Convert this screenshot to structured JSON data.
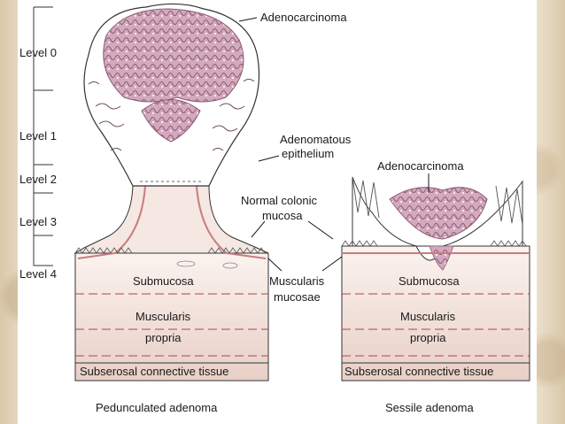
{
  "levels": [
    "Level 0",
    "Level 1",
    "Level 2",
    "Level 3",
    "Level 4"
  ],
  "labels": {
    "adenocarcinoma_top": "Adenocarcinoma",
    "adenomatous_1": "Adenomatous",
    "adenomatous_2": "epithelium",
    "adenocarcinoma_right": "Adenocarcinoma",
    "normal_1": "Normal colonic",
    "normal_2": "mucosa",
    "muscularis_mucosae_1": "Muscularis",
    "muscularis_mucosae_2": "mucosae"
  },
  "pedunculated": {
    "submucosa": "Submucosa",
    "muscularis_1": "Muscularis",
    "muscularis_2": "propria",
    "subserosal": "Subserosal connective tissue",
    "caption": "Pedunculated adenoma"
  },
  "sessile": {
    "submucosa": "Submucosa",
    "muscularis_1": "Muscularis",
    "muscularis_2": "propria",
    "subserosal": "Subserosal connective tissue",
    "caption": "Sessile adenoma"
  },
  "colors": {
    "tissue_light": "#f4e6df",
    "tissue_mid": "#e9cfc6",
    "tumor": "#c99bb3",
    "outline": "#333333",
    "dashed": "#b0444a"
  }
}
